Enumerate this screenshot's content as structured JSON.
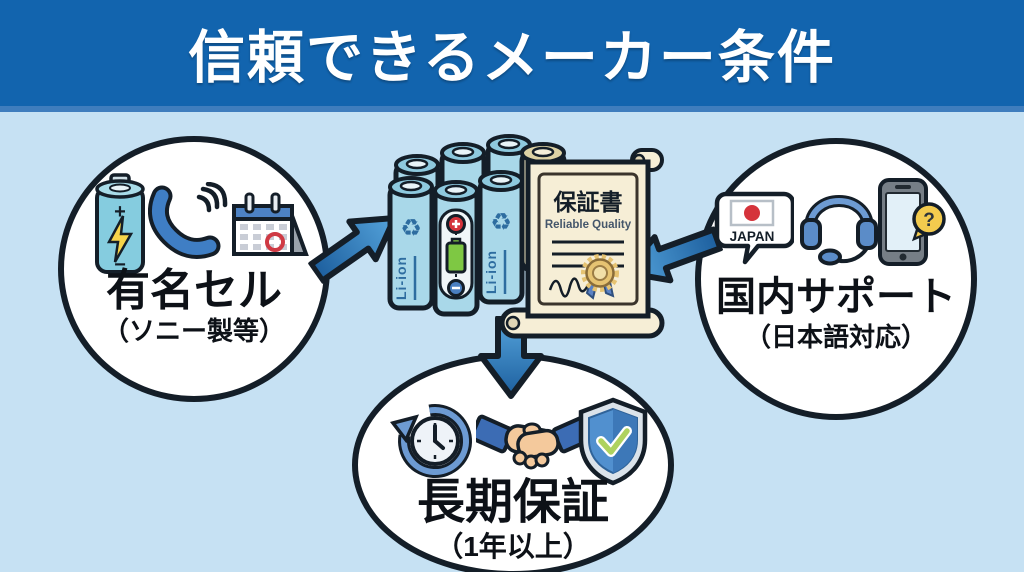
{
  "title": "信頼できるメーカー条件",
  "colors": {
    "header_bg": "#1264ae",
    "header_border": "#3f7dbd",
    "background": "#c6e1f3",
    "node_fill": "#ffffff",
    "outline": "#141e28",
    "arrow_light": "#55a4dc",
    "arrow_dark": "#1d5f9e",
    "accent_blue": "#4a7fc0",
    "battery_blue": "#a9d8e9",
    "battery_green": "#7ec843",
    "certificate_cream": "#f6eed6",
    "seal_gold": "#e6c372",
    "flag_red": "#d5333b"
  },
  "nodes": {
    "famous_cell": {
      "label": "有名セル",
      "sublabel": "（ソニー製等）",
      "icons": [
        "battery-icon",
        "phone-call-icon",
        "calendar-icon"
      ]
    },
    "domestic_support": {
      "label": "国内サポート",
      "sublabel": "（日本語対応）",
      "badge": "JAPAN",
      "icons": [
        "japan-speech-bubble-icon",
        "headset-icon",
        "smartphone-question-icon"
      ]
    },
    "long_term_warranty": {
      "label": "長期保証",
      "sublabel": "（1年以上）",
      "icons": [
        "history-clock-icon",
        "handshake-icon",
        "shield-check-icon"
      ]
    }
  },
  "center": {
    "certificate_title": "保証書",
    "certificate_subtitle": "Reliable Quality",
    "battery_label": "Li-ion"
  },
  "glyphs": {
    "plus": "+",
    "minus": "−",
    "question": "?",
    "recycle": "♻"
  }
}
